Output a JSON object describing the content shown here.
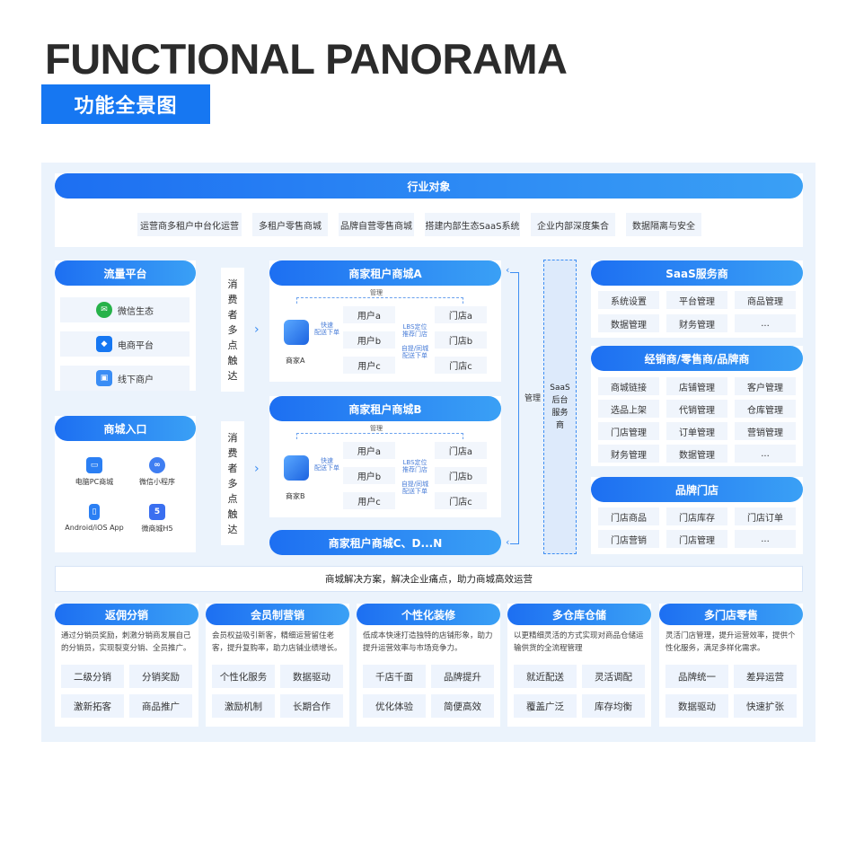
{
  "header": {
    "title_en": "FUNCTIONAL PANORAMA",
    "title_cn": "功能全景图"
  },
  "industry": {
    "title": "行业对象",
    "items": [
      "运营商多租户中台化运营",
      "多租户零售商城",
      "品牌自营零售商城",
      "搭建内部生态SaaS系统",
      "企业内部深度集合",
      "数据隔离与安全"
    ]
  },
  "traffic": {
    "title": "流量平台",
    "items": [
      "微信生态",
      "电商平台",
      "线下商户"
    ]
  },
  "mall_entry": {
    "title": "商城入口",
    "items": [
      "电脑PC商城",
      "微信小程序",
      "Android/iOS App",
      "微商城H5"
    ]
  },
  "touch": {
    "text": "消费者多点触达"
  },
  "tenant_a": {
    "title": "商家租户商城A",
    "merchant": "商家A",
    "manage": "管理",
    "fast": "快速\n配送下单",
    "lbs": "LBS定位\n推荐门店",
    "pickup": "自提/同城\n配送下单",
    "users": [
      "用户a",
      "用户b",
      "用户c"
    ],
    "stores": [
      "门店a",
      "门店b",
      "门店c"
    ]
  },
  "tenant_b": {
    "title": "商家租户商城B",
    "merchant": "商家B",
    "manage": "管理",
    "fast": "快速\n配送下单",
    "lbs": "LBS定位\n推荐门店",
    "pickup": "自提/同城\n配送下单",
    "users": [
      "用户a",
      "用户b",
      "用户c"
    ],
    "stores": [
      "门店a",
      "门店b",
      "门店c"
    ]
  },
  "tenant_cdn": {
    "title": "商家租户商城C、D...N"
  },
  "saas_backend": {
    "manage": "管理",
    "text": "SaaS后台服务商"
  },
  "saas_service": {
    "title": "SaaS服务商",
    "items": [
      "系统设置",
      "平台管理",
      "商品管理",
      "数据管理",
      "财务管理",
      "..."
    ]
  },
  "dealer": {
    "title": "经销商/零售商/品牌商",
    "items": [
      "商城链接",
      "店铺管理",
      "客户管理",
      "选品上架",
      "代销管理",
      "仓库管理",
      "门店管理",
      "订单管理",
      "营销管理",
      "财务管理",
      "数据管理",
      "..."
    ]
  },
  "brand_store": {
    "title": "品牌门店",
    "items": [
      "门店商品",
      "门店库存",
      "门店订单",
      "门店营销",
      "门店管理",
      "..."
    ]
  },
  "solution": {
    "text": "商城解决方案，解决企业痛点，助力商城高效运营"
  },
  "features": [
    {
      "title": "返佣分销",
      "desc": "通过分销员奖励，刺激分销商发展自己的分销员，实现裂变分销、全员推广。",
      "tags": [
        "二级分销",
        "分销奖励",
        "激新拓客",
        "商品推广"
      ]
    },
    {
      "title": "会员制营销",
      "desc": "会员权益吸引新客，精细运营留住老客，提升复购率，助力店铺业绩增长。",
      "tags": [
        "个性化服务",
        "数据驱动",
        "激励机制",
        "长期合作"
      ]
    },
    {
      "title": "个性化装修",
      "desc": "低成本快速打造独特的店铺形象，助力提升运营效率与市场竞争力。",
      "tags": [
        "千店千面",
        "品牌提升",
        "优化体验",
        "简便高效"
      ]
    },
    {
      "title": "多仓库仓储",
      "desc": "以更精细灵活的方式实现对商品仓储运输供货的全流程管理",
      "tags": [
        "就近配送",
        "灵活调配",
        "覆盖广泛",
        "库存均衡"
      ]
    },
    {
      "title": "多门店零售",
      "desc": "灵活门店管理，提升运营效率，提供个性化服务，满足多样化需求。",
      "tags": [
        "品牌统一",
        "差异运营",
        "数据驱动",
        "快速扩张"
      ]
    }
  ],
  "colors": {
    "accent": "#1677f2",
    "panel": "#ebf3fc"
  }
}
